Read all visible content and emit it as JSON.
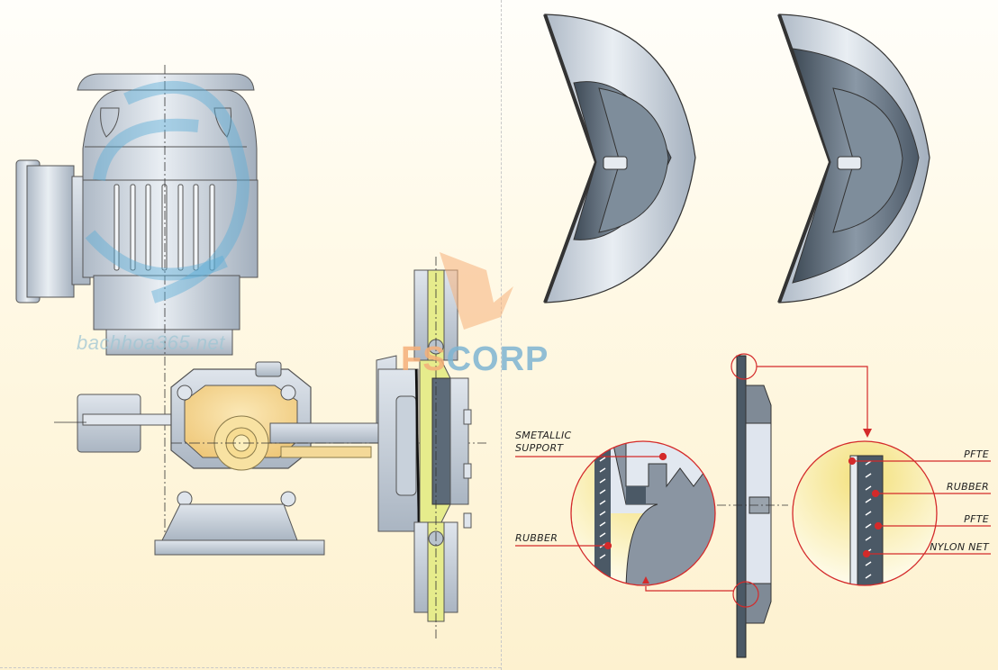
{
  "watermarks": {
    "site": "bachhoa365.net",
    "logo_prefix": "FS",
    "logo_suffix": "CORP"
  },
  "labels": {
    "left_detail": {
      "metallic_support": "SMETALLIC",
      "metallic_support_2": "SUPPORT",
      "rubber": "RUBBER"
    },
    "right_detail": {
      "pfte_top": "PFTE",
      "rubber": "RUBBER",
      "pfte_bottom": "PFTE",
      "nylon_net": "NYLON NET"
    }
  },
  "colors": {
    "leader_red": "#d42a2a",
    "metal_light": "#c9d2dc",
    "metal_dark": "#4b5966",
    "oil_yellow": "#f2d38a",
    "fluid_yellow": "#e6ec8c"
  }
}
